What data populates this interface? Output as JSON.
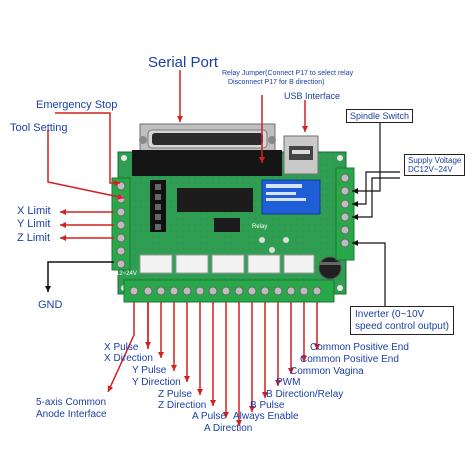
{
  "labels": {
    "serial_port": "Serial Port",
    "relay_jumper_1": "Relay Jumper(Connect P17 to select relay",
    "relay_jumper_2": "Disconnect P17 for B direction)",
    "usb_interface": "USB Interface",
    "emergency_stop": "Emergency Stop",
    "tool_setting": "Tool Setting",
    "spindle_switch": "Spindle Switch",
    "supply_voltage_1": "Supply Voltage",
    "supply_voltage_2": "DC12V~24V",
    "x_limit": "X Limit",
    "y_limit": "Y Limit",
    "z_limit": "Z Limit",
    "gnd": "GND",
    "inverter_1": "Inverter (0~10V",
    "inverter_2": "speed control output)",
    "x_pulse": "X Pulse",
    "x_direction": "X Direction",
    "y_pulse": "Y Pulse",
    "y_direction": "Y Direction",
    "z_pulse": "Z Pulse",
    "z_direction": "Z Direction",
    "a_pulse": "A Pulse",
    "a_direction": "A Direction",
    "always_enable": "Always Enable",
    "b_pulse": "B Pulse",
    "b_direction_relay": "B Direction/Relay",
    "pwm": "PWM",
    "common_vagina": "Common Vagina",
    "common_positive_end_1": "Common Positive End",
    "common_positive_end_2": "Common Positive End",
    "five_axis_1": "5-axis Common",
    "five_axis_2": "Anode Interface"
  },
  "board_text": {
    "voltage_label": "12~24V",
    "relay_label": "Relay"
  },
  "colors": {
    "label_text": "#1b3fa5",
    "arrow": "#d42020",
    "pcb": "#2f9e52",
    "terminal": "#29a84a",
    "relay": "#1f5ed6"
  }
}
